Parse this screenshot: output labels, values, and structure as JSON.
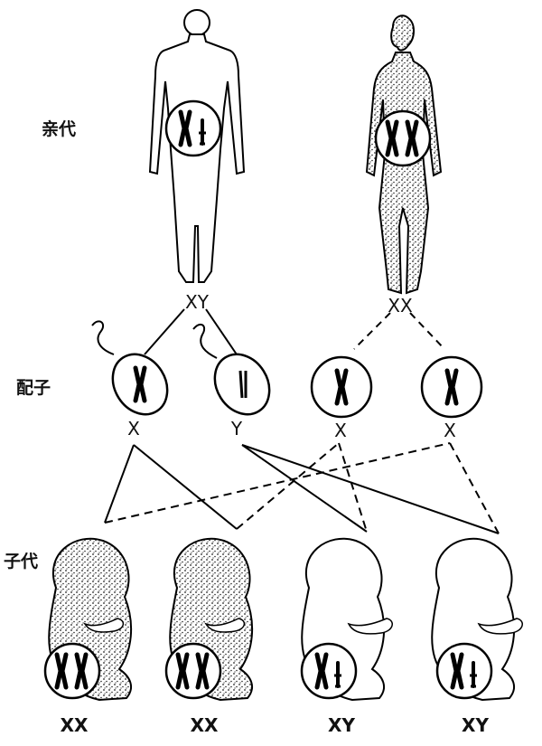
{
  "rows": {
    "parents": "亲代",
    "gametes": "配子",
    "offspring": "子代"
  },
  "parents": {
    "father": "XY",
    "mother": "XX"
  },
  "gametes": [
    "X",
    "Y",
    "X",
    "X"
  ],
  "offspring": [
    "XX",
    "XX",
    "XY",
    "XY"
  ]
}
